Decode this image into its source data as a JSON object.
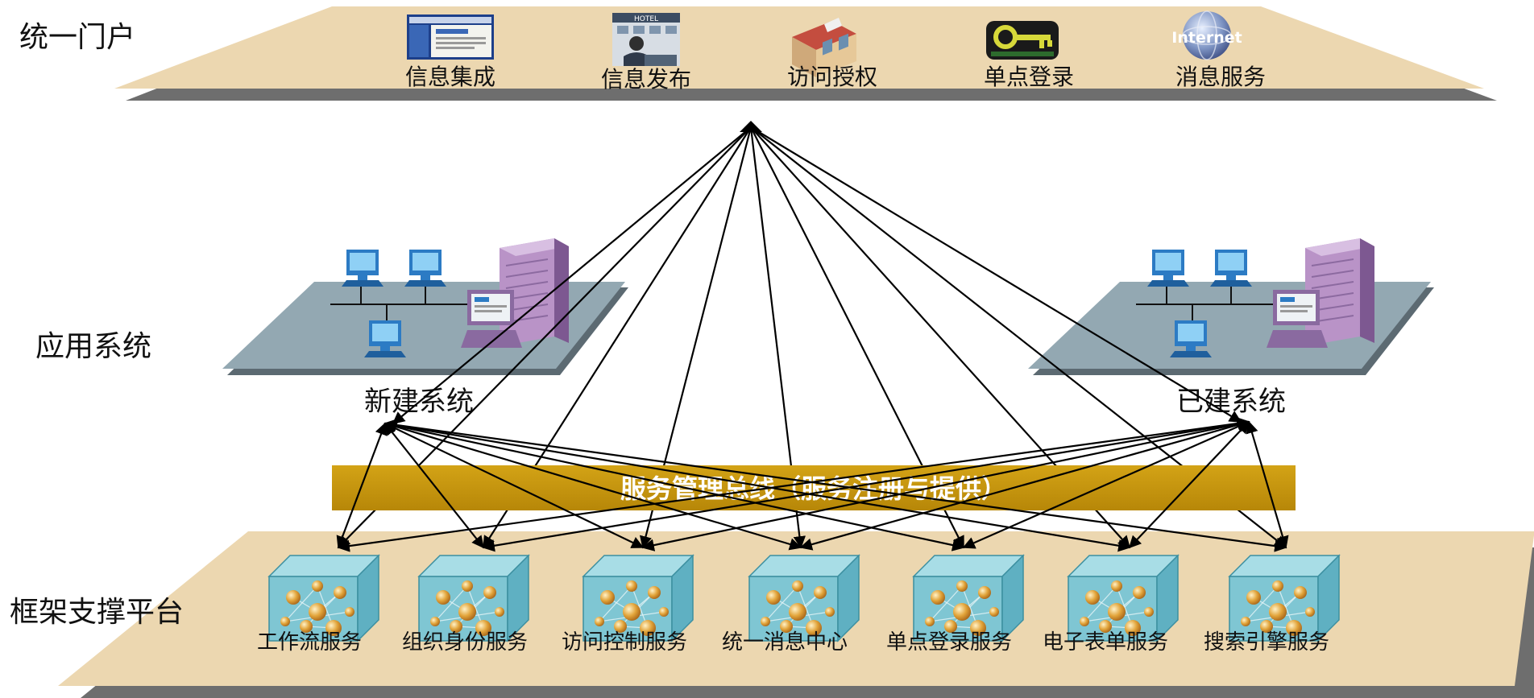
{
  "layers": {
    "portal": "统一门户",
    "application": "应用系统",
    "framework": "框架支撑平台"
  },
  "portal_items": [
    {
      "label": "信息集成",
      "icon": "browser-window-icon"
    },
    {
      "label": "信息发布",
      "icon": "hotel-publisher-icon"
    },
    {
      "label": "访问授权",
      "icon": "storefront-icon"
    },
    {
      "label": "单点登录",
      "icon": "key-icon"
    },
    {
      "label": "消息服务",
      "icon": "internet-globe-icon"
    }
  ],
  "globe_text": "Internet",
  "systems": {
    "new": "新建系统",
    "existing": "已建系统"
  },
  "bus": {
    "label": "服务管理总线（服务注册与提供）",
    "color": "#c8960c"
  },
  "services": [
    "工作流服务",
    "组织身份服务",
    "访问控制服务",
    "统一消息中心",
    "单点登录服务",
    "电子表单服务",
    "搜索引擎服务"
  ],
  "colors": {
    "platform": "#ecd7b0",
    "platform_shadow": "#6e6e6e",
    "network_plate": "#8fa4ae",
    "server": "#a27ab3",
    "cube": "#7fc6d3"
  }
}
